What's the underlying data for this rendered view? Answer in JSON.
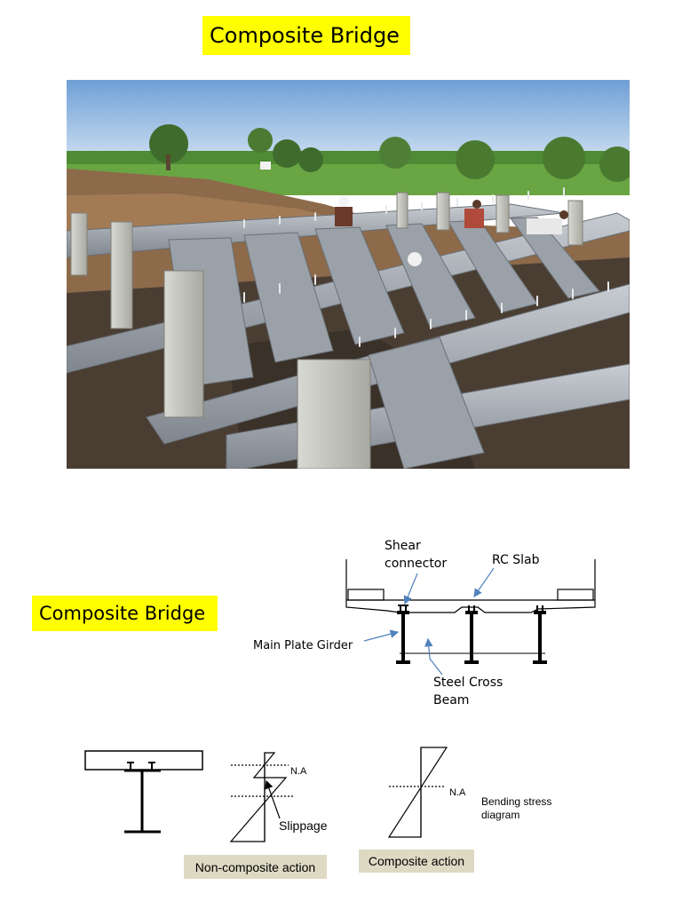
{
  "slide": {
    "title_top": "Composite Bridge",
    "title_mid": "Composite Bridge"
  },
  "photo": {
    "subject": "steel girder grid with shear connector studs and concrete piers, workers in background"
  },
  "section_diagram": {
    "labels": {
      "shear_connector_line1": "Shear",
      "shear_connector_line2": "connector",
      "rc_slab": "RC Slab",
      "main_plate_girder": "Main Plate Girder",
      "steel_cross_line1": "Steel  Cross",
      "steel_cross_line2": "Beam"
    }
  },
  "stress_diagrams": {
    "na_label_1": "N.A",
    "slippage": "Slippage",
    "na_label_2": "N.A",
    "bending_line1": "Bending stress",
    "bending_line2": "diagram",
    "caption_noncomposite": "Non-composite action",
    "caption_composite": "Composite action"
  },
  "colors": {
    "highlight": "#ffff00",
    "caption_bg": "#ddd9c3",
    "leader_arrow": "#4f81bd"
  }
}
